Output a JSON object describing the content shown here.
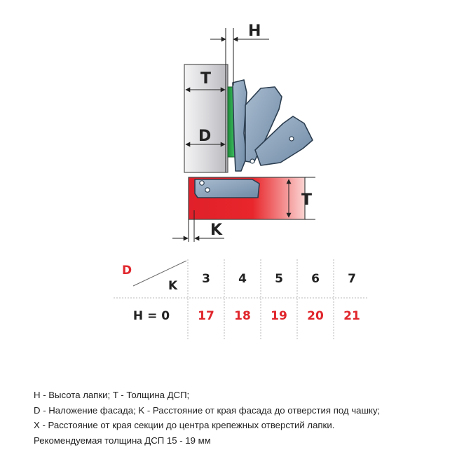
{
  "diagram": {
    "labels": {
      "h": "H",
      "t_top": "T",
      "d": "D",
      "t_right": "T",
      "k": "K"
    },
    "colors": {
      "panel_red": "#e8262b",
      "panel_gray": "#dcdcde",
      "base_green": "#2aa84a",
      "hinge_blue": "#8fa6bd"
    }
  },
  "table": {
    "corner_top": "D",
    "corner_bottom": "K",
    "k_values": [
      "3",
      "4",
      "5",
      "6",
      "7"
    ],
    "row_label": "H = 0",
    "h_values": [
      "17",
      "18",
      "19",
      "20",
      "21"
    ]
  },
  "legend": [
    "H - Высота лапки; T - Толщина ДСП;",
    "D - Наложение фасада; K - Расстояние от края фасада до отверстия под чашку;",
    "X - Расстояние от края секции до центра крепежных отверстий лапки.",
    "Рекомендуемая толщина ДСП 15 - 19 мм"
  ]
}
